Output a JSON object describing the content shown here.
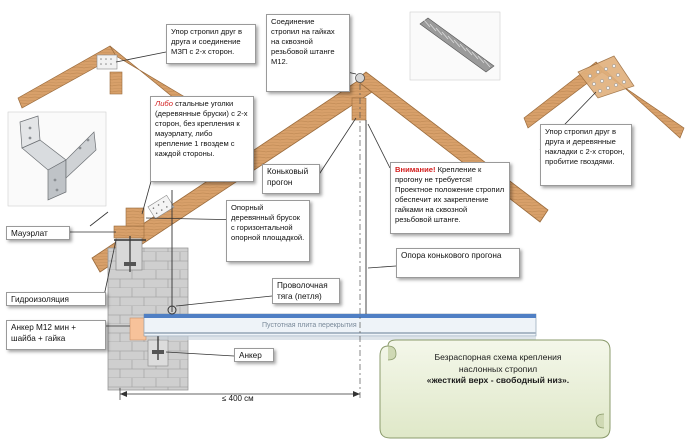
{
  "callouts": {
    "rafter_stop_top": "Упор стропил друг в друга и соединение МЗП с 2-х сторон.",
    "ridge_bolt": "Соединение стропил на гайках на сквозной резьбовой штанге М12.",
    "either_prefix": "Либо",
    "either_rest": "стальные уголки (деревянные бруски) с 2-х сторон, без крепления к мауэрлату, либо крепление 1 гвоздем с каждой стороны.",
    "right_overlay": "Упор стропил друг в друга и деревянные накладки с 2-х сторон, пробитие гвоздями.",
    "ridge_purlin": "Коньковый прогон",
    "warning_prefix": "Внимание!",
    "warning_rest": "Крепление к прогону не требуется! Проектное положение стропил обеспечит их закрепление гайками на сквозной резьбовой штанге.",
    "support_block": "Опорный деревянный брусок с горизонтальной опорной площадкой.",
    "mauerlat": "Мауэрлат",
    "wire_tie": "Проволочная тяга (петля)",
    "ridge_support": "Опора конькового прогона",
    "waterproofing": "Гидроизоляция",
    "anchor_bolt": "Анкер М12 мин + шайба + гайка",
    "anchor": "Анкер",
    "slab": "Пустотная плита перекрытия"
  },
  "scroll": {
    "line1": "Безраспорная схема крепления",
    "line2": "наслонных стропил",
    "line3": "«жесткий верх - свободный низ»."
  },
  "dimension": "≤ 400 см",
  "colors": {
    "wood": "#d6a070",
    "wood_dark": "#a0703f",
    "wall": "#c9c9c9",
    "slab": "#5d88c6",
    "scroll": "#eef3dd",
    "warning": "#d32020"
  }
}
